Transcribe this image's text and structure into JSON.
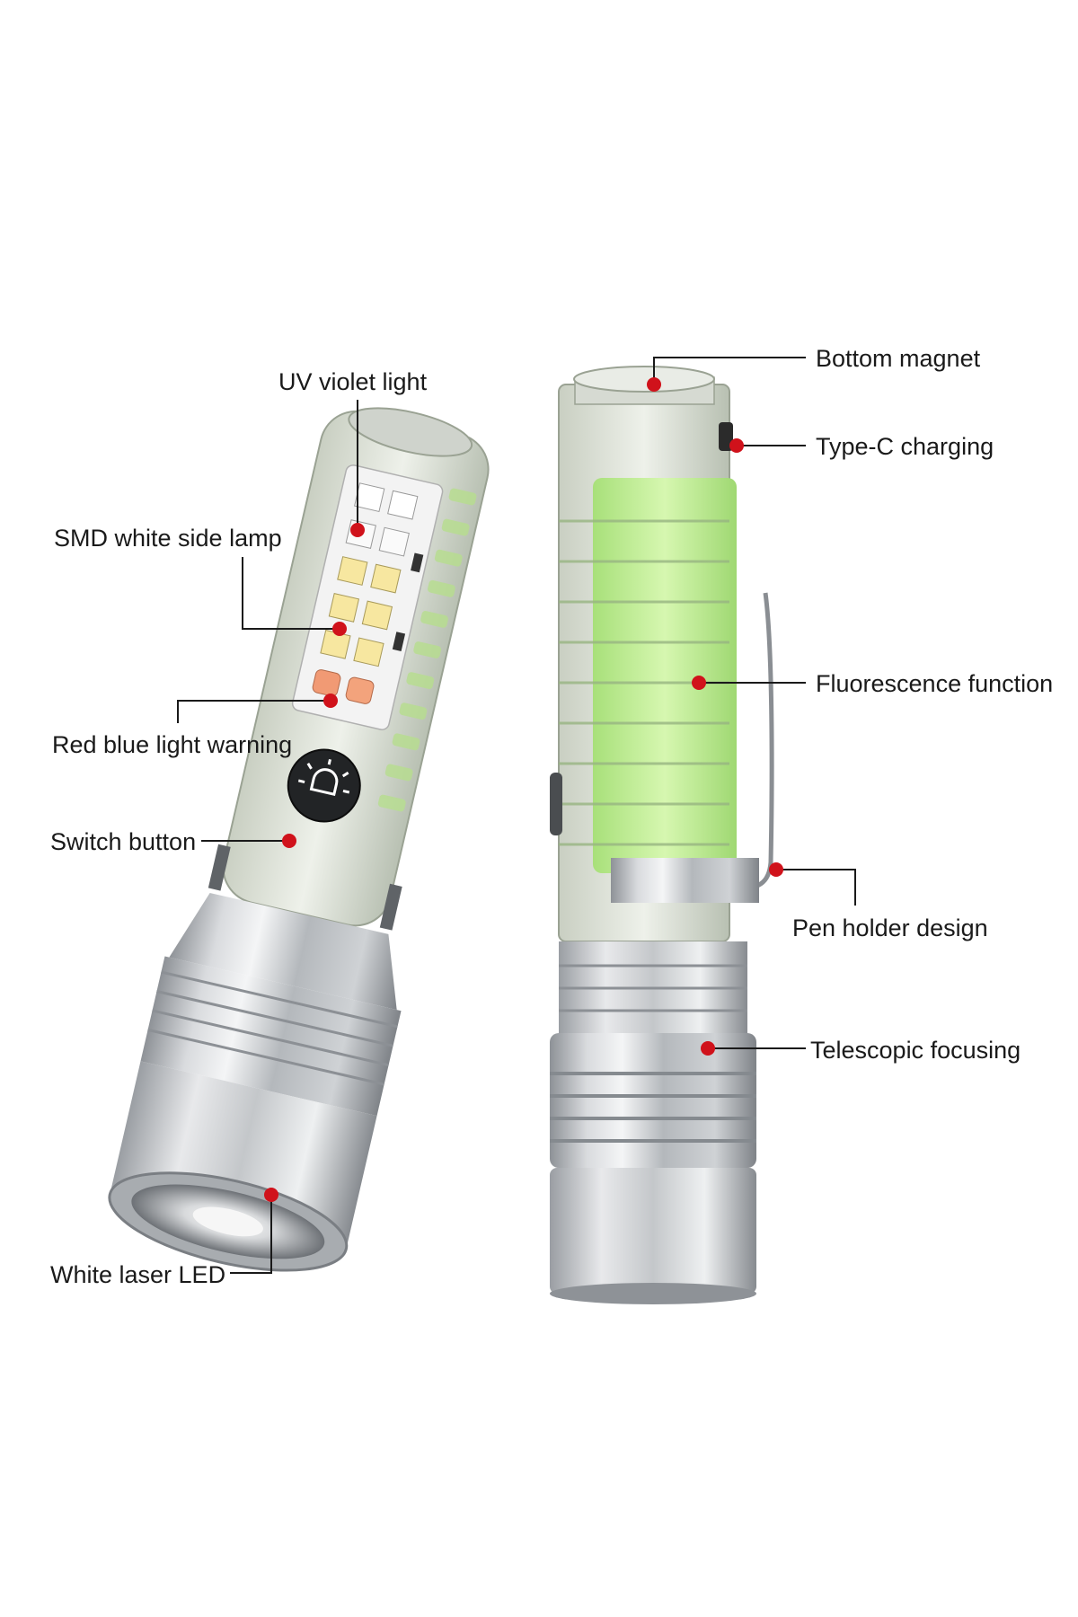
{
  "labels": {
    "uv_violet_light": "UV violet light",
    "smd_white_side_lamp": "SMD white side lamp",
    "red_blue_light_warning": "Red blue light warning",
    "switch_button": "Switch button",
    "white_laser_led": "White laser LED",
    "bottom_magnet": "Bottom magnet",
    "type_c_charging": "Type-C charging",
    "fluorescence_function": "Fluorescence function",
    "pen_holder_design": "Pen holder design",
    "telescopic_focusing": "Telescopic focusing"
  },
  "colors": {
    "callout_dot": "#d0121b",
    "callout_line": "#1a1a1a",
    "aluminum": "#b9bcc0",
    "glow_green": "#c9f29a",
    "translucent_body": "#dde3d6"
  }
}
